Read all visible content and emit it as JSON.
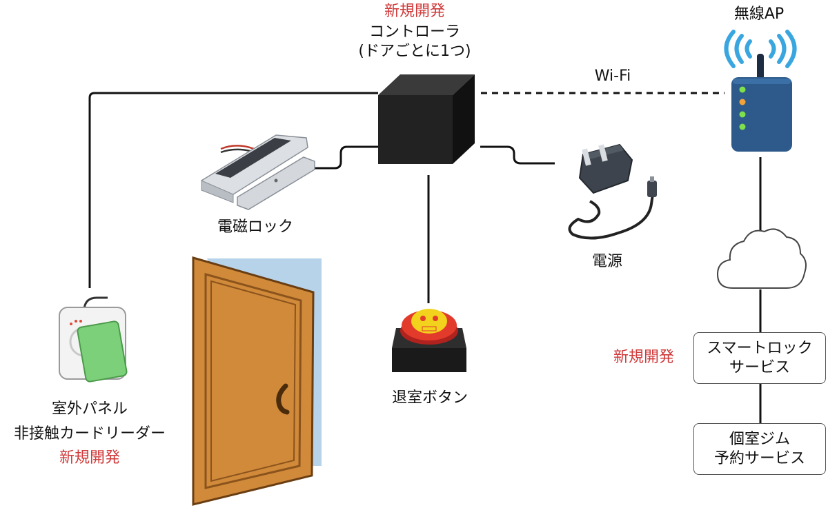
{
  "controller": {
    "tag": "新規開発",
    "name": "コントローラ",
    "note": "(ドアごとに1つ)"
  },
  "wireless_ap": {
    "label": "無線AP"
  },
  "wifi_link": {
    "label": "Wi-Fi"
  },
  "magnetic_lock": {
    "label": "電磁ロック"
  },
  "power_supply": {
    "label": "電源"
  },
  "exit_button": {
    "label": "退室ボタン"
  },
  "outdoor_panel": {
    "line1": "室外パネル",
    "line2": "非接触カードリーダー",
    "tag": "新規開発"
  },
  "smart_lock_service": {
    "tag": "新規開発",
    "line1": "スマートロック",
    "line2": "サービス"
  },
  "reservation_service": {
    "line1": "個室ジム",
    "line2": "予約サービス"
  },
  "colors": {
    "accent_red": "#d03a3a",
    "door_orange": "#d08a3a",
    "door_frame_blue": "#b7d3ea",
    "router_blue": "#2d5a8a",
    "wifi_waves": "#3aa6e0",
    "card_green": "#7dd07a",
    "skull_yellow": "#f2d21c"
  }
}
